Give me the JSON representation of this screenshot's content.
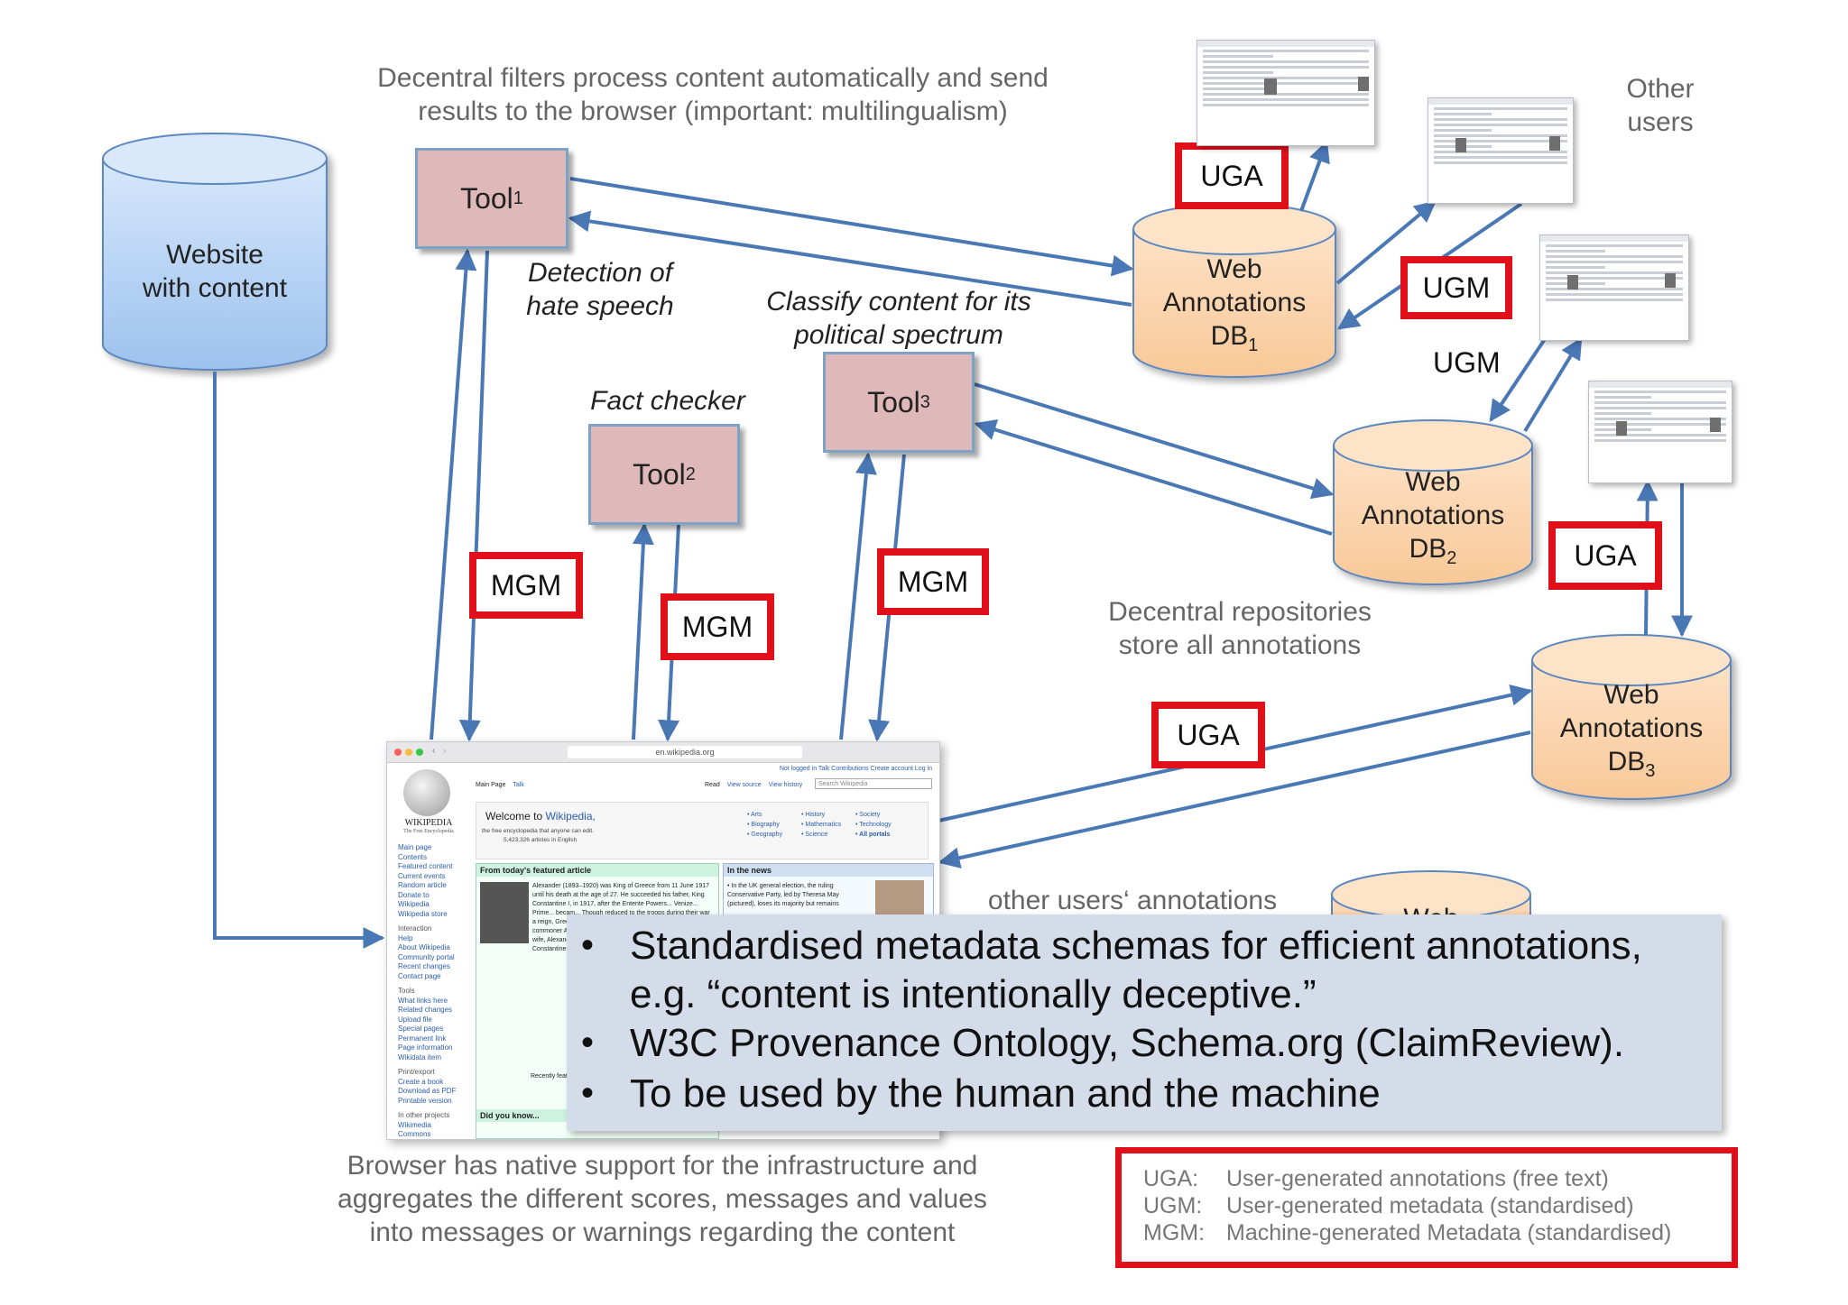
{
  "captions": {
    "top_filters_line1": "Decentral filters process content automatically and send",
    "top_filters_line2": "results to the browser (important: multilingualism)",
    "other_users_line1": "Other",
    "other_users_line2": "users",
    "repos_line1": "Decentral repositories",
    "repos_line2": "store all annotations",
    "other_annotations": "other users‘ annotations",
    "browser_line1": "Browser has native support for the infrastructure and",
    "browser_line2": "aggregates the different scores, messages and values",
    "browser_line3": "into messages or warnings regarding the content"
  },
  "website": {
    "line1": "Website",
    "line2": "with content"
  },
  "tools": [
    {
      "name": "Tool",
      "sub": "1",
      "desc_line1": "Detection of",
      "desc_line2": "hate speech"
    },
    {
      "name": "Tool",
      "sub": "2",
      "desc_line1": "Fact checker",
      "desc_line2": ""
    },
    {
      "name": "Tool",
      "sub": "3",
      "desc_line1": "Classify content for its",
      "desc_line2": "political spectrum"
    }
  ],
  "databases": [
    {
      "line1": "Web",
      "line2": "Annotations",
      "line3": "DB",
      "sub": "1"
    },
    {
      "line1": "Web",
      "line2": "Annotations",
      "line3": "DB",
      "sub": "2"
    },
    {
      "line1": "Web",
      "line2": "Annotations",
      "line3": "DB",
      "sub": "3"
    },
    {
      "line1": "Web"
    }
  ],
  "labels": {
    "uga": "UGA",
    "ugm": "UGM",
    "mgm": "MGM"
  },
  "browser": {
    "url": "en.wikipedia.org",
    "logo_title": "WIKIPEDIA",
    "logo_subtitle": "The Free Encyclopedia",
    "tabs": [
      "Main Page",
      "Talk",
      "Read",
      "View source",
      "View history"
    ],
    "search_placeholder": "Search Wikipedia",
    "personal": "Not logged in   Talk   Contributions   Create account   Log in",
    "welcome": "Welcome to",
    "welcome_link": "Wikipedia,",
    "welcome_sub": "the free encyclopedia that anyone can edit.",
    "article_count": "5,423,326 articles in English",
    "portals": [
      "• Arts",
      "• Biography",
      "• Geography",
      "• History",
      "• Mathematics",
      "• Science",
      "• Society",
      "• Technology",
      "• All portals"
    ],
    "sidebar": [
      "Main page",
      "Contents",
      "Featured content",
      "Current events",
      "Random article",
      "Donate to Wikipedia",
      "Wikipedia store",
      "",
      "Interaction",
      "Help",
      "About Wikipedia",
      "Community portal",
      "Recent changes",
      "Contact page",
      "",
      "Tools",
      "What links here",
      "Related changes",
      "Upload file",
      "Special pages",
      "Permanent link",
      "Page information",
      "Wikidata item",
      "",
      "Print/export",
      "Create a book",
      "Download as PDF",
      "Printable version",
      "",
      "In other projects",
      "Wikimedia Commons"
    ],
    "featured_header": "From today's featured article",
    "featured_text": "Alexander (1893–1920) was King of Greece from 11 June 1917 until his death at the age of 27. He succeeded his father, King Constantine I, in 1917, after the Entente Powers... Venize... Prime... becam... Though reduced to the troops during their war a reign, Greece expanded stages of the Greco-Turkish commoner Aspasia Manos the couple to leave Greece with his wife, Alexander and died of septicemia. the fall of the Venizelist Constantine I was restored",
    "featured_more": "Recently featured",
    "news_header": "In the news",
    "news_text": "• In the UK general election, the ruling Conservative Party, led by Theresa May (pictured), loses its majority but remains",
    "dyk_header": "Did you know..."
  },
  "info_bullets": [
    {
      "line1": "Standardised metadata schemas for efficient annotations,",
      "line2": "e.g. “content is intentionally deceptive.”"
    },
    {
      "line1": "W3C Provenance Ontology, Schema.org (ClaimReview).",
      "line2": ""
    },
    {
      "line1": "To be used by the human and the machine",
      "line2": ""
    }
  ],
  "legend": [
    {
      "key": "UGA:",
      "value": "User-generated annotations (free text)"
    },
    {
      "key": "UGM:",
      "value": "User-generated metadata (standardised)"
    },
    {
      "key": "MGM:",
      "value": "Machine-generated Metadata (standardised)"
    }
  ],
  "colors": {
    "arrow": "#4a78b5",
    "tool_fill": "#dfb9b9",
    "db_fill": "#fbd4ae",
    "website_fill": "#b7d4f4",
    "red_box": "#e0101a",
    "info_box": "#d3dce8"
  }
}
